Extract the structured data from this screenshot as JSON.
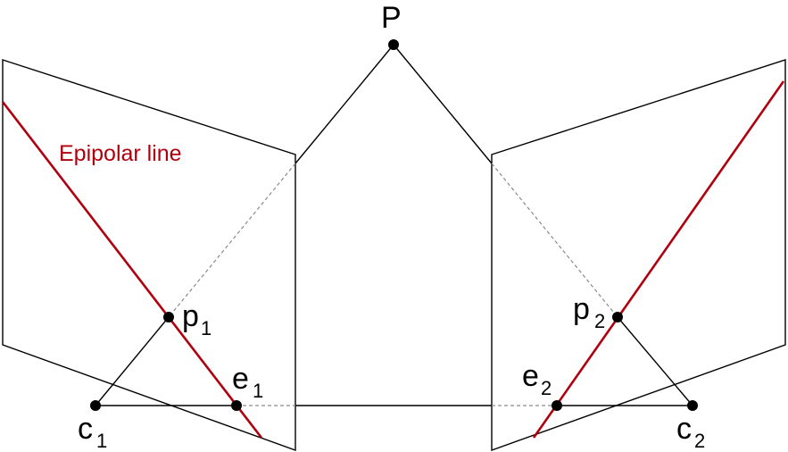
{
  "diagram": {
    "point_P": "P",
    "point_p1": {
      "base": "p",
      "sub": "1"
    },
    "point_p2": {
      "base": "p",
      "sub": "2"
    },
    "point_e1": {
      "base": "e",
      "sub": "1"
    },
    "point_e2": {
      "base": "e",
      "sub": "2"
    },
    "point_c1": {
      "base": "c",
      "sub": "1"
    },
    "point_c2": {
      "base": "c",
      "sub": "2"
    },
    "epipolar_label": "Epipolar line"
  },
  "colors": {
    "epipolar_line": "#b0000e",
    "lines": "#000000",
    "hidden_lines": "#8a8a8a"
  }
}
